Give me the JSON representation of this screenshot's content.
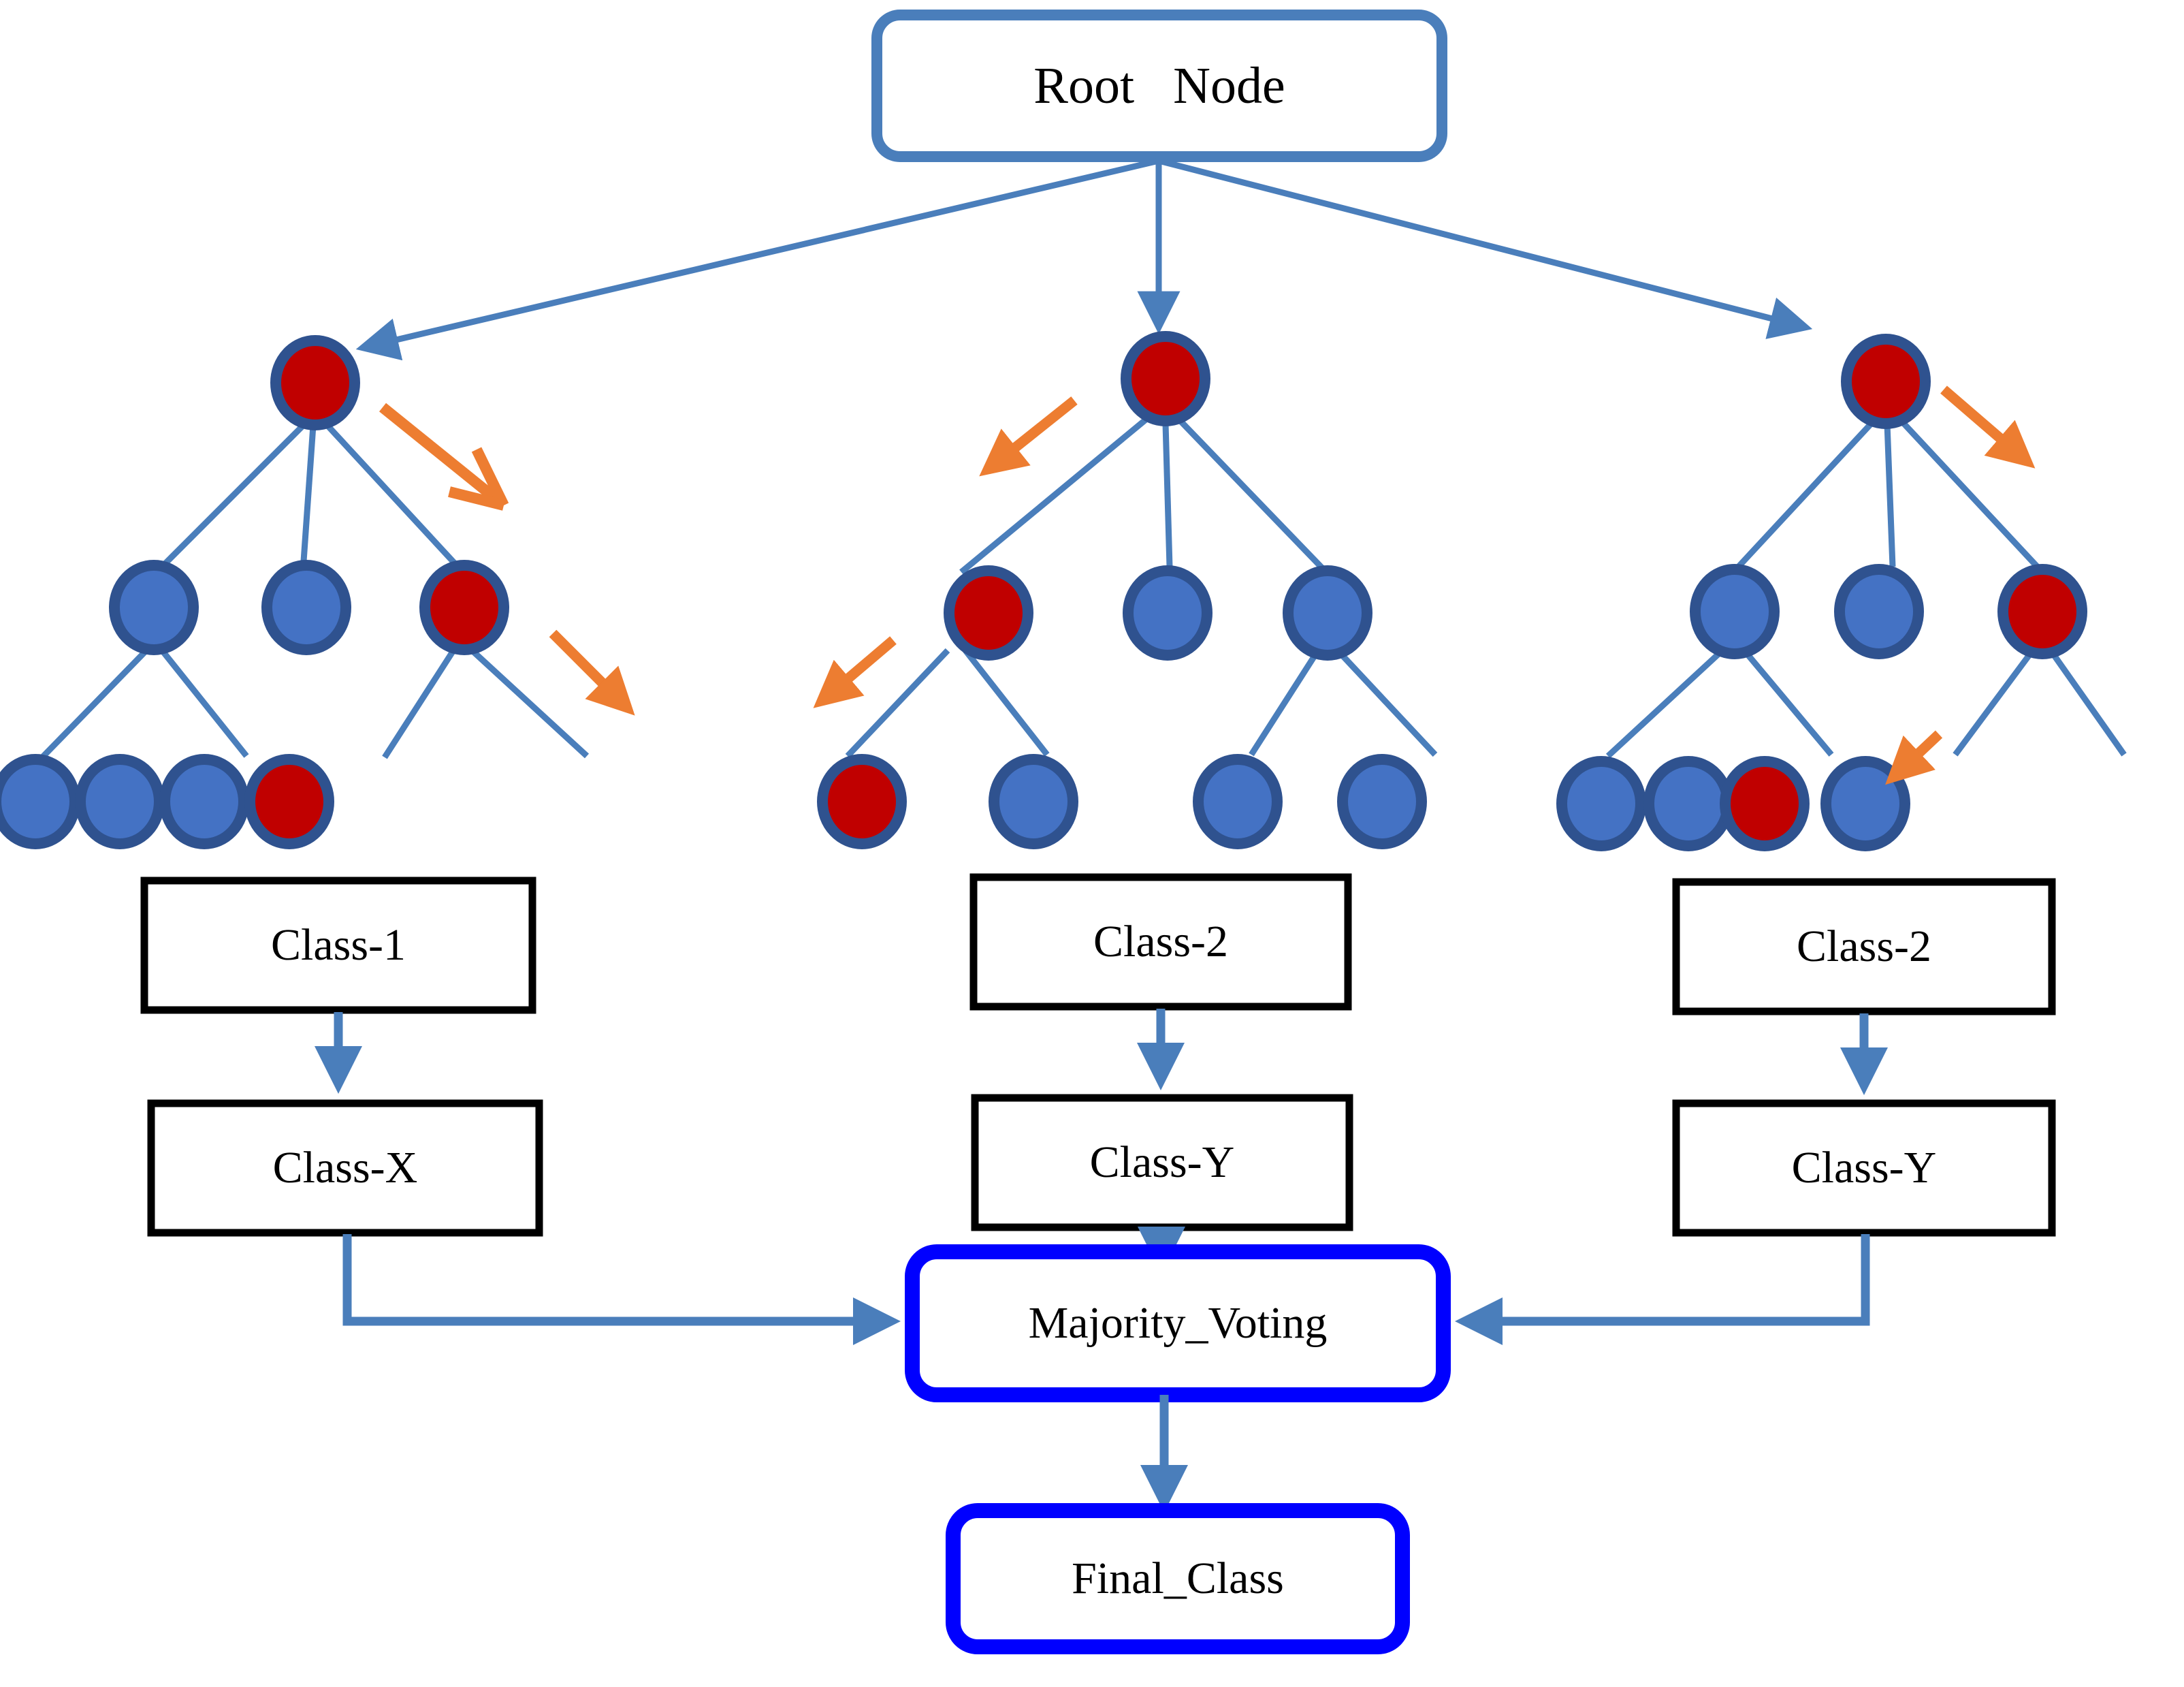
{
  "diagram": {
    "title_node": {
      "label": "Root   Node"
    },
    "majority_voting": {
      "label": "Majority_Voting"
    },
    "final_class": {
      "label": "Final_Class"
    },
    "colors": {
      "node_blue_fill": "#4472C4",
      "node_blue_stroke": "#2F528F",
      "node_red_fill": "#C00000",
      "node_red_stroke": "#2F528F",
      "edge_blue": "#4A7EBB",
      "highlight_orange": "#ED7D31",
      "outline_black": "#000000",
      "outline_blue_strong": "#0000FF",
      "root_box_border": "#4A7EBB",
      "background": "#FFFFFF"
    },
    "trees": [
      {
        "name": "tree-1",
        "class_box": {
          "label": "Class-1"
        },
        "result_box": {
          "label": "Class-X"
        },
        "nodes": [
          {
            "id": "t1-root",
            "color": "red",
            "level": 1
          },
          {
            "id": "t1-l2-a",
            "color": "blue",
            "level": 2
          },
          {
            "id": "t1-l2-b",
            "color": "blue",
            "level": 2
          },
          {
            "id": "t1-l2-c",
            "color": "red",
            "level": 2
          },
          {
            "id": "t1-l3-a",
            "color": "blue",
            "level": 3
          },
          {
            "id": "t1-l3-b",
            "color": "blue",
            "level": 3
          },
          {
            "id": "t1-l3-c",
            "color": "blue",
            "level": 3
          },
          {
            "id": "t1-l3-d",
            "color": "red",
            "level": 3
          }
        ]
      },
      {
        "name": "tree-2",
        "class_box": {
          "label": "Class-2"
        },
        "result_box": {
          "label": "Class-Y"
        },
        "nodes": [
          {
            "id": "t2-root",
            "color": "red",
            "level": 1
          },
          {
            "id": "t2-l2-a",
            "color": "red",
            "level": 2
          },
          {
            "id": "t2-l2-b",
            "color": "blue",
            "level": 2
          },
          {
            "id": "t2-l2-c",
            "color": "blue",
            "level": 2
          },
          {
            "id": "t2-l3-a",
            "color": "red",
            "level": 3
          },
          {
            "id": "t2-l3-b",
            "color": "blue",
            "level": 3
          },
          {
            "id": "t2-l3-c",
            "color": "blue",
            "level": 3
          },
          {
            "id": "t2-l3-d",
            "color": "blue",
            "level": 3
          }
        ]
      },
      {
        "name": "tree-3",
        "class_box": {
          "label": "Class-2"
        },
        "result_box": {
          "label": "Class-Y"
        },
        "nodes": [
          {
            "id": "t3-root",
            "color": "red",
            "level": 1
          },
          {
            "id": "t3-l2-a",
            "color": "blue",
            "level": 2
          },
          {
            "id": "t3-l2-b",
            "color": "blue",
            "level": 2
          },
          {
            "id": "t3-l2-c",
            "color": "red",
            "level": 2
          },
          {
            "id": "t3-l3-a",
            "color": "blue",
            "level": 3
          },
          {
            "id": "t3-l3-b",
            "color": "blue",
            "level": 3
          },
          {
            "id": "t3-l3-c",
            "color": "red",
            "level": 3
          },
          {
            "id": "t3-l3-d",
            "color": "blue",
            "level": 3
          }
        ]
      }
    ],
    "highlight_arrows": [
      {
        "id": "orange-arrow-1",
        "tree": "tree-1",
        "style": "open-head"
      },
      {
        "id": "orange-arrow-2",
        "tree": "tree-1",
        "style": "solid-head"
      },
      {
        "id": "orange-arrow-3",
        "tree": "tree-2",
        "style": "solid-head"
      },
      {
        "id": "orange-arrow-4",
        "tree": "tree-2",
        "style": "solid-head"
      },
      {
        "id": "orange-arrow-5",
        "tree": "tree-3",
        "style": "solid-head"
      },
      {
        "id": "orange-arrow-6",
        "tree": "tree-3",
        "style": "solid-head"
      }
    ]
  }
}
